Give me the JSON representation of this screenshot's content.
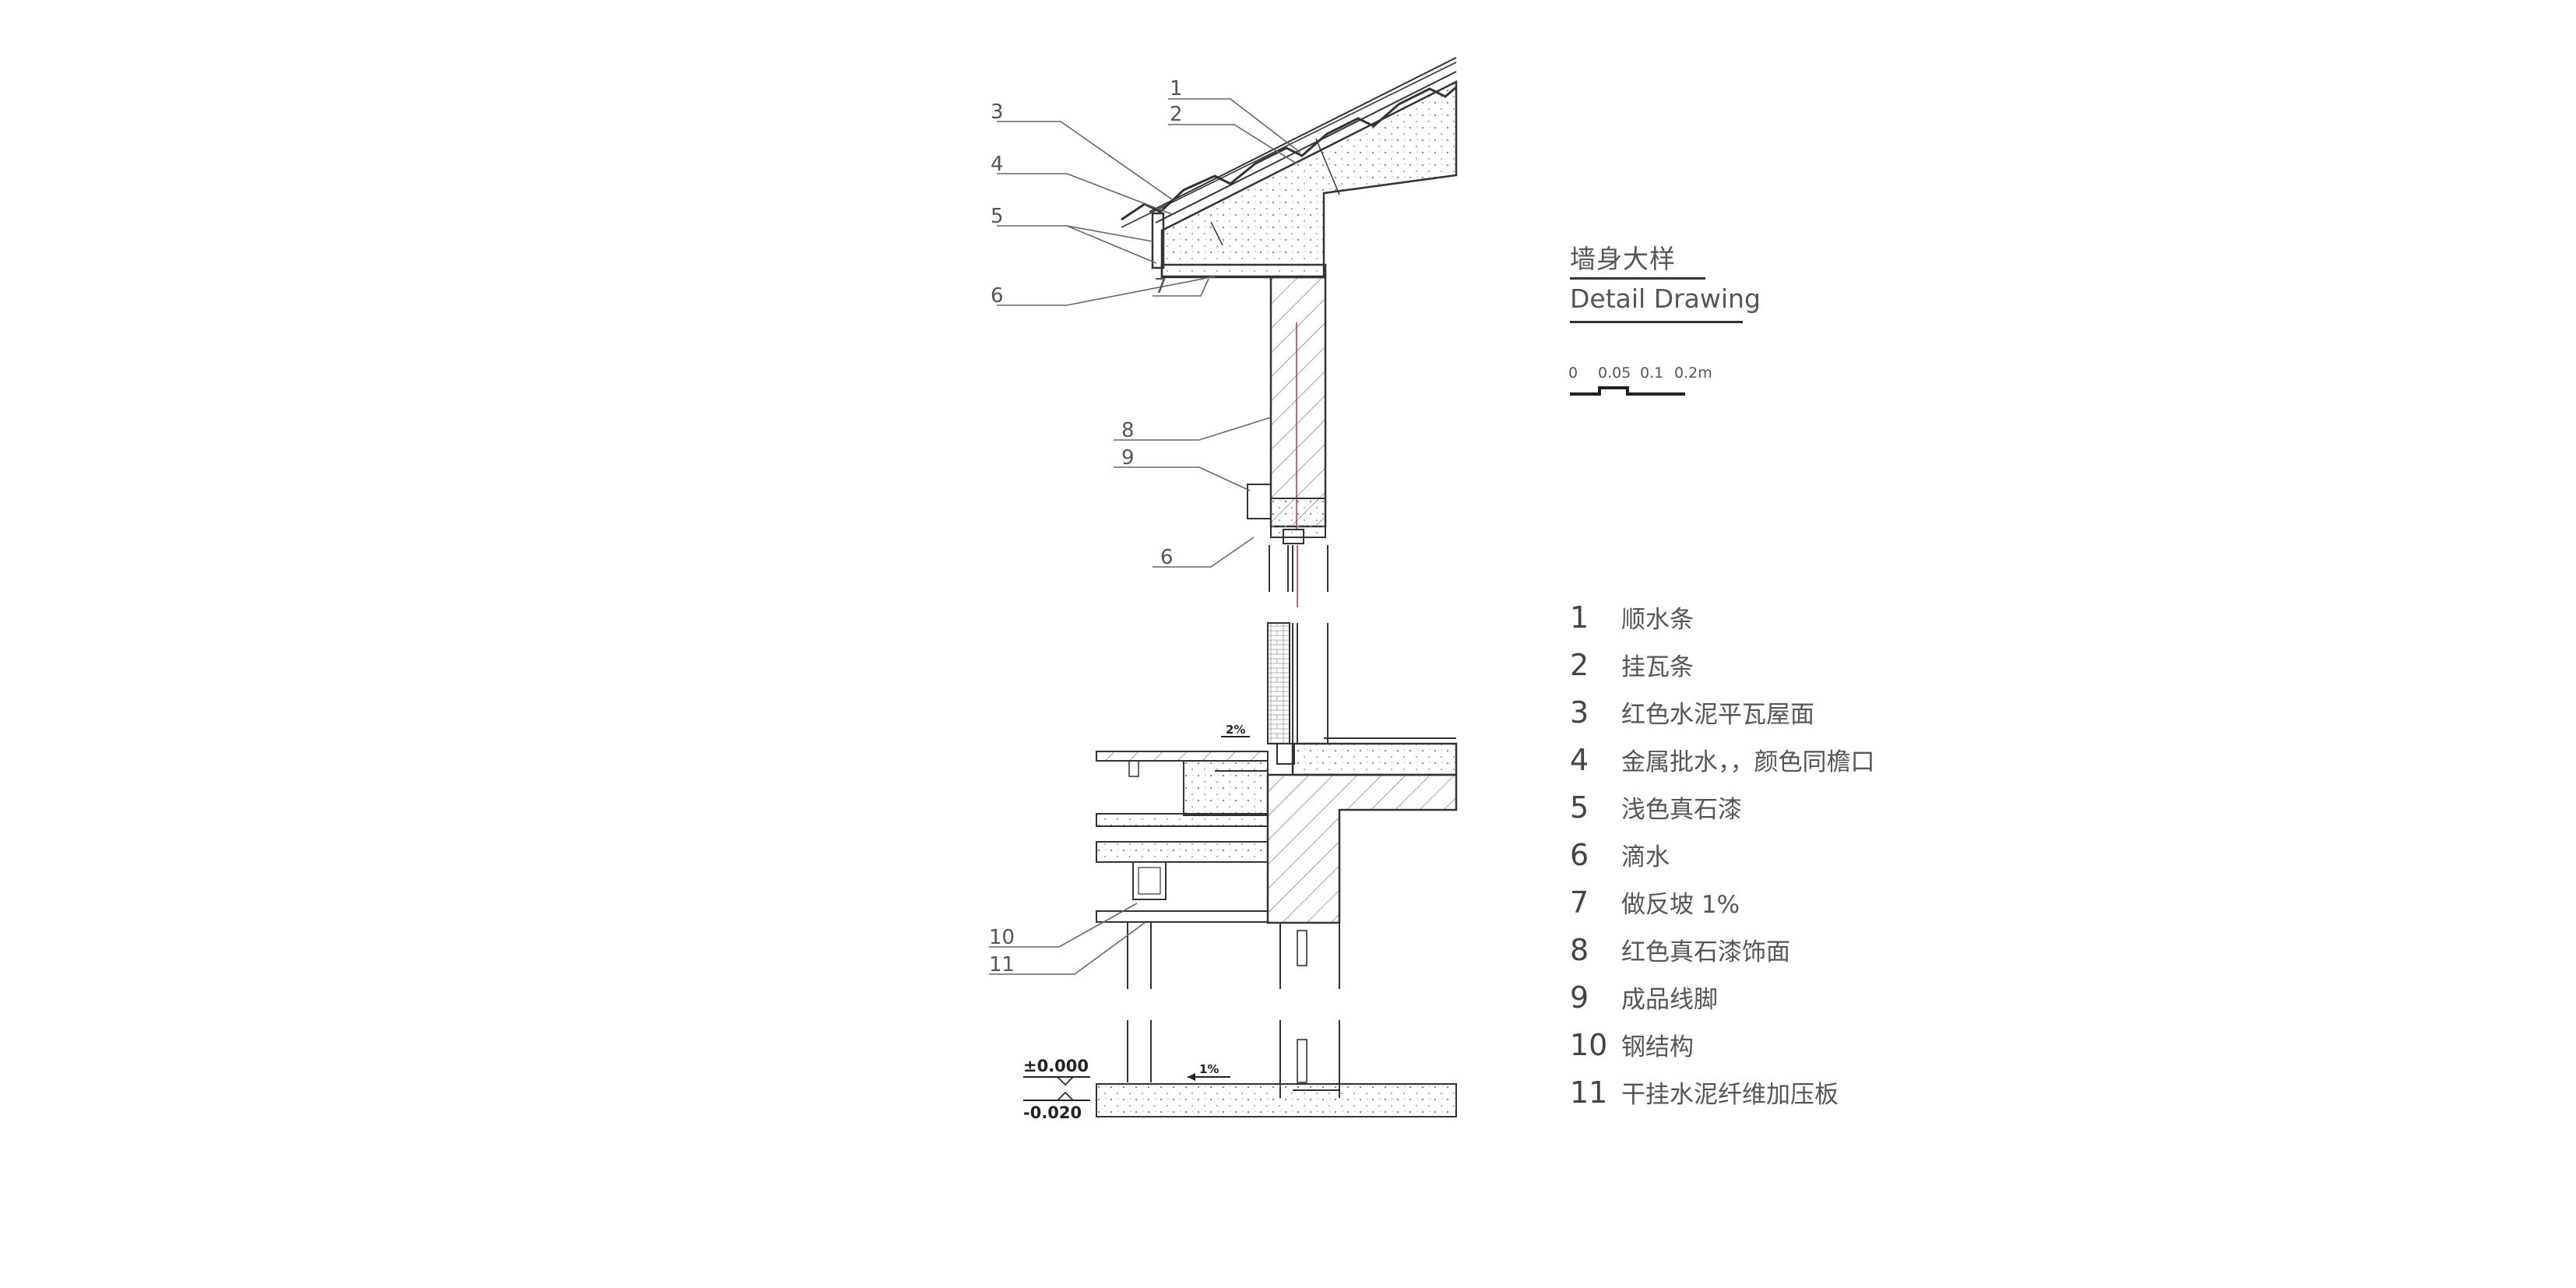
{
  "title": {
    "cn": "墙身大样",
    "en": "Detail Drawing"
  },
  "scale_bar": {
    "labels": [
      "0",
      "0.05",
      "0.1",
      "0.2m"
    ]
  },
  "callouts": [
    "1",
    "2",
    "3",
    "4",
    "5",
    "6",
    "7",
    "8",
    "9",
    "6",
    "10",
    "11"
  ],
  "levels": {
    "upper": "±0.000",
    "lower": "-0.020"
  },
  "slopes": {
    "roof": "2%",
    "ground": "1%"
  },
  "legend": [
    {
      "num": "1",
      "text": "顺水条"
    },
    {
      "num": "2",
      "text": "挂瓦条"
    },
    {
      "num": "3",
      "text": "红色水泥平瓦屋面"
    },
    {
      "num": "4",
      "text": "金属批水，，颜色同檐口"
    },
    {
      "num": "5",
      "text": "浅色真石漆"
    },
    {
      "num": "6",
      "text": "滴水"
    },
    {
      "num": "7",
      "text": "做反坡 1%"
    },
    {
      "num": "8",
      "text": "红色真石漆饰面"
    },
    {
      "num": "9",
      "text": "成品线脚"
    },
    {
      "num": "10",
      "text": "钢结构"
    },
    {
      "num": "11",
      "text": "干挂水泥纤维加压板"
    }
  ],
  "colors": {
    "line": "#333333",
    "leader": "#666666",
    "accent": "#c2185b"
  }
}
